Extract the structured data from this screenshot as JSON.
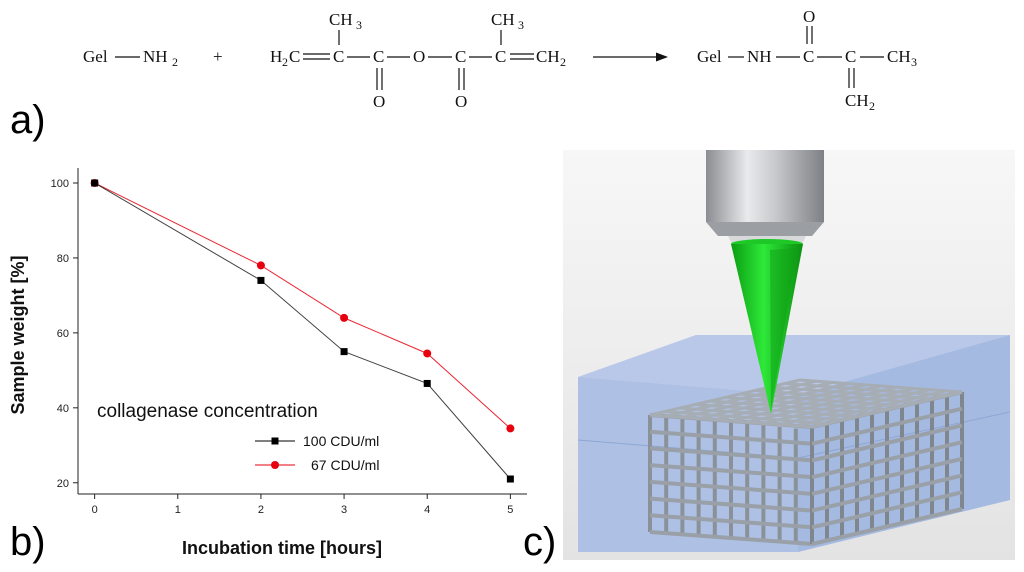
{
  "reaction": {
    "reactant1": "Gel",
    "reactant1_group": "NH",
    "plus": "+",
    "methyl": "CH",
    "methylene": "H",
    "methylene_c": "C",
    "carbon": "C",
    "oxygen": "O",
    "ch2": "CH",
    "sub2": "2",
    "sub3": "3",
    "product_prefix": "Gel",
    "product_nh": "NH",
    "product_ch3": "CH",
    "product_ch2": "CH"
  },
  "labels": {
    "a": "a)",
    "b": "b)",
    "c": "c)"
  },
  "colors": {
    "series1": "#000000",
    "series2": "#e8000f",
    "block": "#a9bde4",
    "cone": "#14c81e",
    "lattice": "#8e959e"
  },
  "chart_data": {
    "type": "line",
    "title": "",
    "xlabel": "Incubation time [hours]",
    "ylabel": "Sample weight [%]",
    "xlim": [
      -0.2,
      5.2
    ],
    "ylim": [
      17,
      104
    ],
    "xticks": [
      0,
      1,
      2,
      3,
      4,
      5
    ],
    "yticks": [
      20,
      40,
      60,
      80,
      100
    ],
    "legend_title": "collagenase concentration",
    "legend_position": "lower-left",
    "grid": false,
    "series": [
      {
        "name": "100 CDU/ml",
        "color": "#000000",
        "marker": "square",
        "x": [
          0,
          2,
          3,
          4,
          5
        ],
        "values": [
          100,
          74,
          55,
          46.5,
          21
        ]
      },
      {
        "name": "67 CDU/ml",
        "color": "#e8000f",
        "marker": "circle",
        "x": [
          0,
          2,
          3,
          4,
          5
        ],
        "values": [
          100,
          78,
          64,
          54.5,
          34.5
        ]
      }
    ]
  }
}
